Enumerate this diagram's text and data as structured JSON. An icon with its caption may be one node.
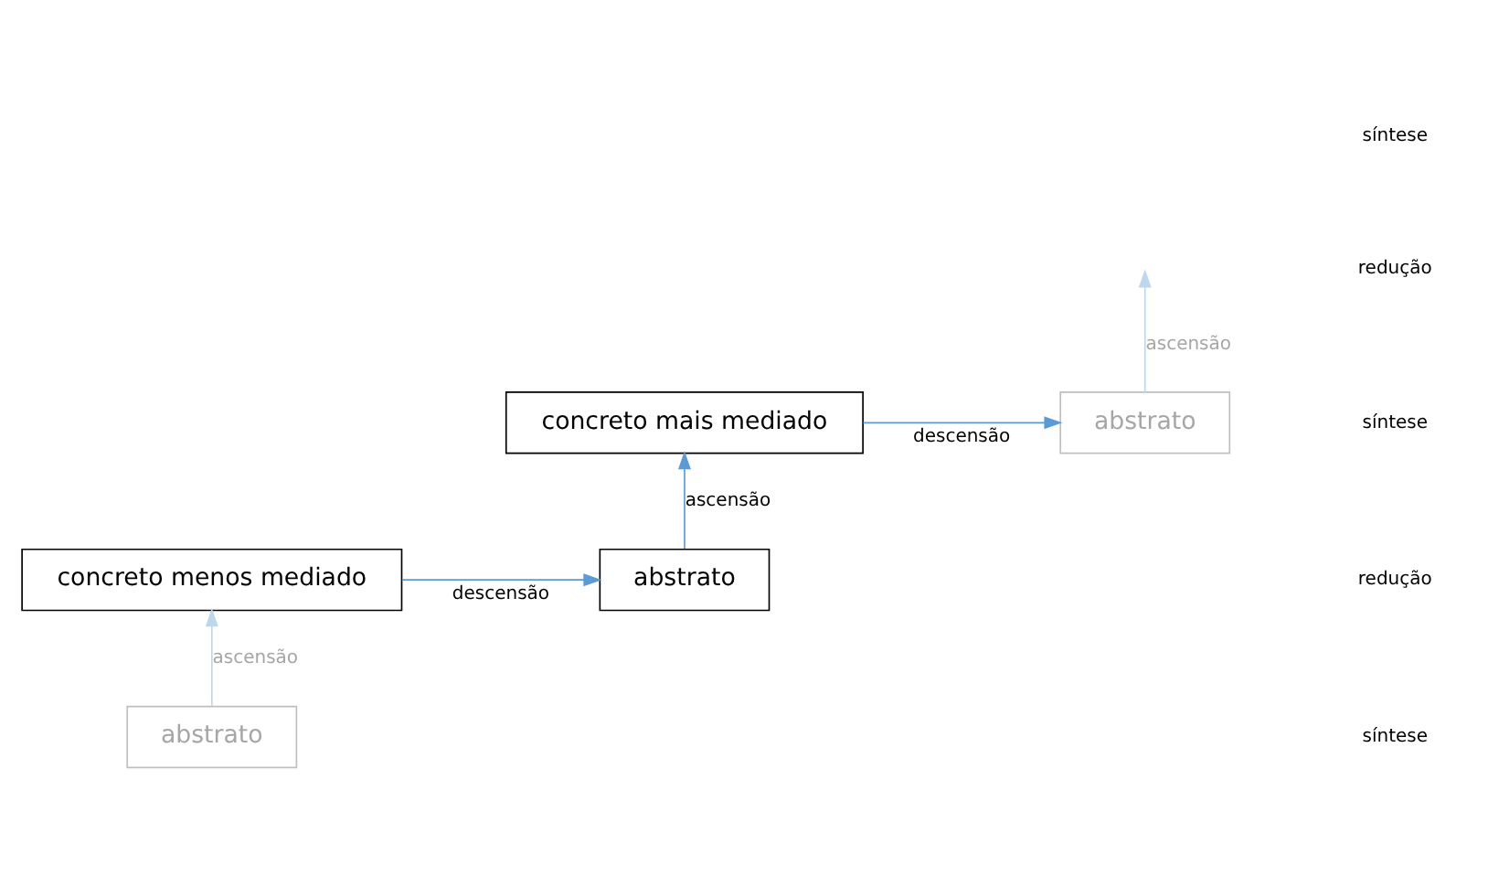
{
  "diagram": {
    "nodes": [
      {
        "text": [
          "abstrato"
        ]
      },
      {
        "text": [
          "concreto menos mediado"
        ]
      },
      {
        "text": [
          "abstrato"
        ]
      },
      {
        "text": [
          "concreto mais mediado"
        ]
      },
      {
        "text": [
          "abstrato"
        ]
      }
    ],
    "edges": [
      {
        "from": 0,
        "to": 1,
        "arrow": "to",
        "label": "ascensão",
        "color": "#bdd7ee"
      },
      {
        "from": 1,
        "to": 2,
        "arrow": "to",
        "label": "descensão"
      },
      {
        "from": 2,
        "to": 3,
        "arrow": "to",
        "label": "ascensão"
      },
      {
        "from": 3,
        "to": 4,
        "arrow": "to",
        "label": "descensão"
      },
      {
        "from": 4,
        "to": null,
        "arrow": "to",
        "label": "ascensão",
        "color": "#bdd7ee"
      }
    ],
    "labels": [
      "síntese",
      "redução",
      "síntese",
      "redução",
      "síntese"
    ]
  }
}
